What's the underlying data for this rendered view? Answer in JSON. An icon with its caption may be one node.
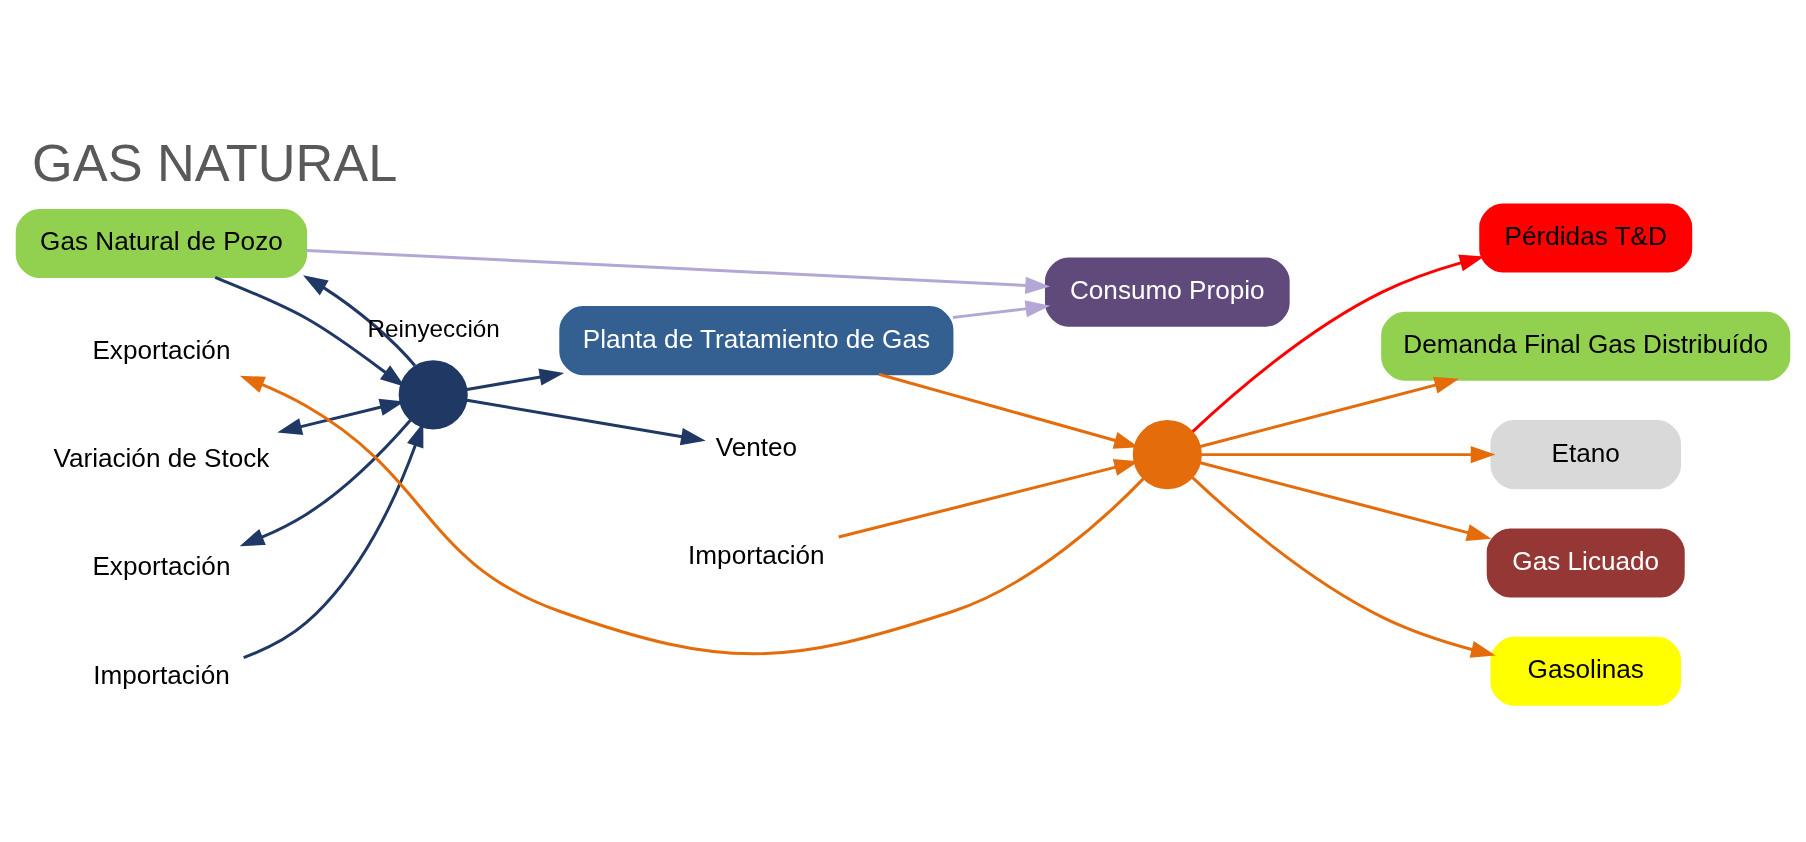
{
  "diagram": {
    "title": "GAS NATURAL",
    "nodes": [
      {
        "text": [
          "Gas Natural de Pozo"
        ]
      },
      {
        "text": [],
        "shape": "circle"
      },
      {
        "text": [
          "Importación"
        ]
      },
      {
        "text": [
          "Variación de Stock"
        ]
      },
      {
        "text": [
          "Venteo"
        ]
      },
      {
        "text": [
          "Exportación"
        ]
      },
      {
        "text": [
          "Planta de Tratamiento de Gas"
        ]
      },
      {
        "text": [
          "Importación"
        ]
      },
      {
        "text": [],
        "shape": "circle"
      },
      {
        "text": [
          "Exportación"
        ]
      },
      {
        "text": [
          "Consumo Propio"
        ]
      },
      {
        "text": [
          "Pérdidas T&D"
        ]
      },
      {
        "text": [
          "Demanda Final Gas Distribuído"
        ]
      },
      {
        "text": [
          "Etano"
        ]
      },
      {
        "text": [
          "Gas Licuado"
        ]
      },
      {
        "text": [
          "Gasolinas"
        ]
      }
    ],
    "edges": [
      {
        "from": 0,
        "to": 1,
        "arrow": "to",
        "color": "#1f3864"
      },
      {
        "from": 2,
        "to": 1,
        "arrow": "to",
        "color": "#1f3864"
      },
      {
        "from": 1,
        "to": 3,
        "arrow": "both",
        "color": "#1f3864"
      },
      {
        "from": 1,
        "to": 4,
        "arrow": "to",
        "color": "#1f3864"
      },
      {
        "from": 1,
        "to": 5,
        "arrow": "to",
        "color": "#1f3864"
      },
      {
        "from": 1,
        "to": 0,
        "arrow": "to",
        "label": "Reinyección",
        "color": "#1f3864"
      },
      {
        "from": 1,
        "to": 6,
        "arrow": "to",
        "color": "#1f3864"
      },
      {
        "from": 0,
        "to": 10,
        "arrow": "to",
        "color": "#b4a7d6"
      },
      {
        "from": 6,
        "to": 10,
        "arrow": "to",
        "color": "#b4a7d6"
      },
      {
        "from": 6,
        "to": 8,
        "arrow": "to",
        "color": "#e46c0a"
      },
      {
        "from": 7,
        "to": 8,
        "arrow": "to",
        "color": "#e46c0a"
      },
      {
        "from": 8,
        "to": 9,
        "arrow": "to",
        "color": "#e46c0a"
      },
      {
        "from": 8,
        "to": 11,
        "arrow": "to",
        "color": "#ff0000"
      },
      {
        "from": 8,
        "to": 12,
        "arrow": "to",
        "color": "#e46c0a"
      },
      {
        "from": 8,
        "to": 13,
        "arrow": "to",
        "color": "#e46c0a"
      },
      {
        "from": 8,
        "to": 14,
        "arrow": "to",
        "color": "#e46c0a"
      },
      {
        "from": 8,
        "to": 15,
        "arrow": "to",
        "color": "#e46c0a"
      }
    ]
  }
}
